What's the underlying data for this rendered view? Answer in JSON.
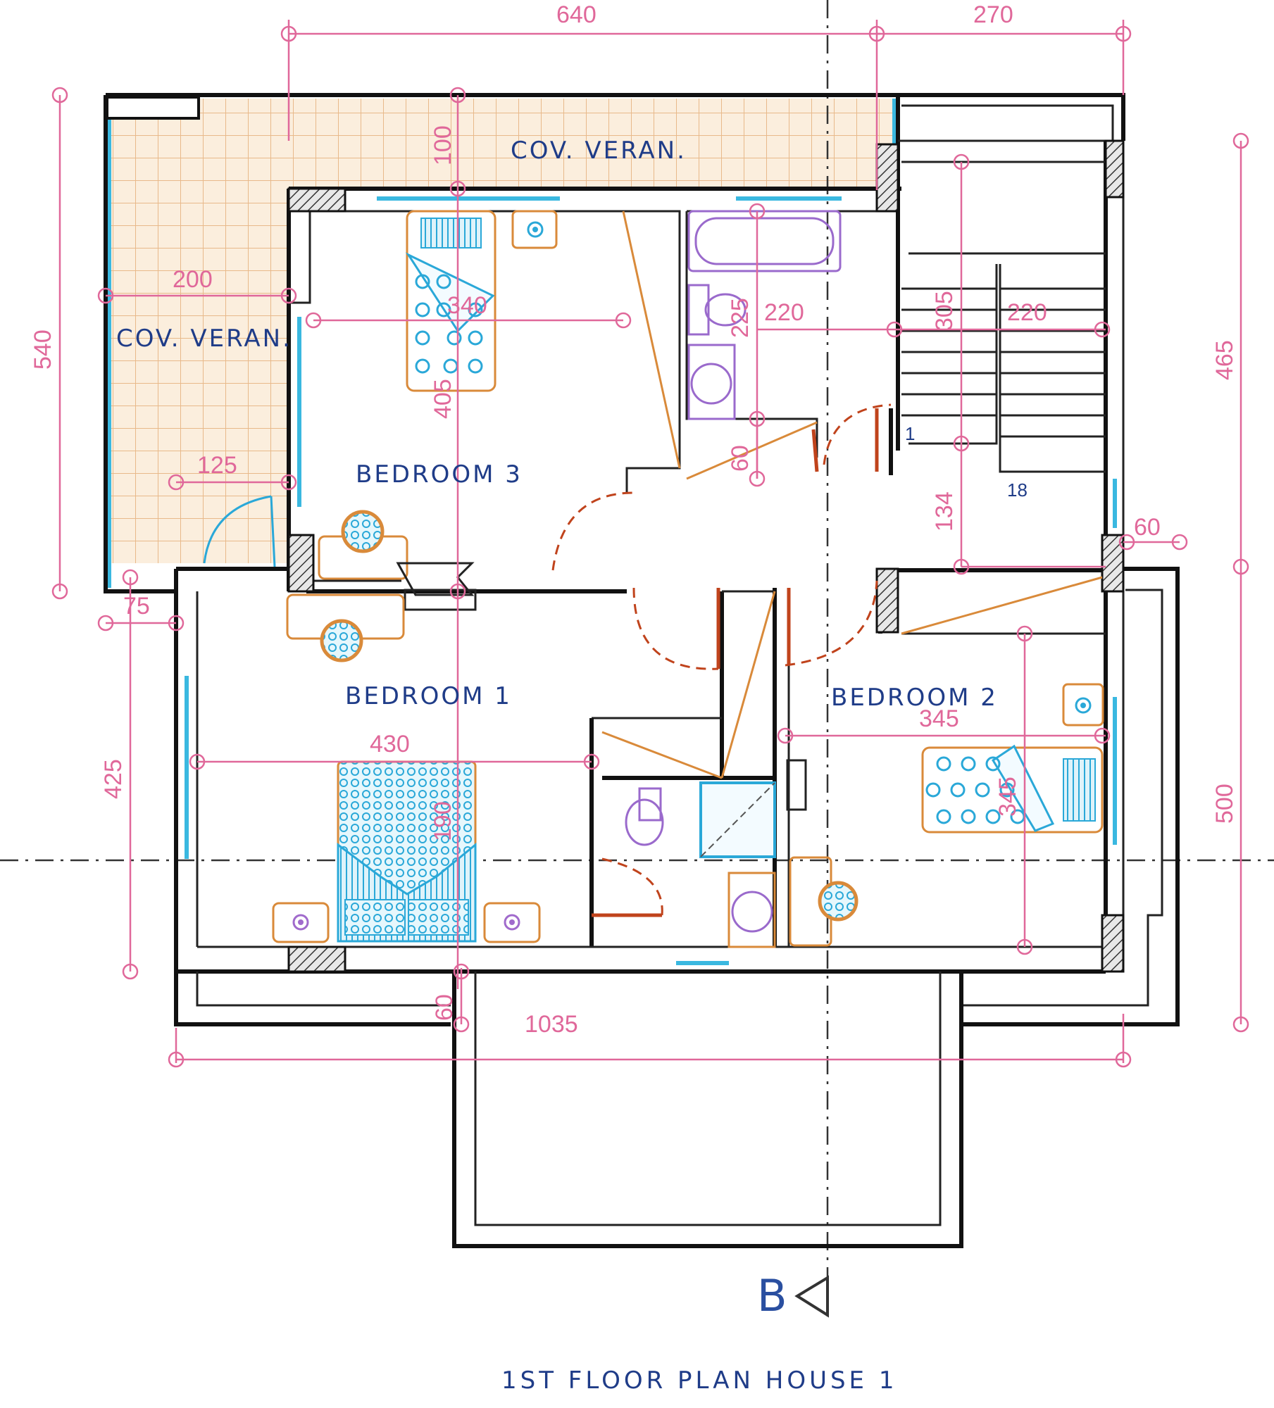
{
  "rooms": {
    "cov_veran_top": "COV. VERAN.",
    "cov_veran_left": "COV. VERAN.",
    "bedroom3": "BEDROOM 3",
    "bedroom1": "BEDROOM 1",
    "bedroom2": "BEDROOM 2"
  },
  "dimensions": {
    "d640": "640",
    "d270": "270",
    "d540": "540",
    "d465": "465",
    "d100": "100",
    "d200": "200",
    "d340": "340",
    "d405": "405",
    "d220a": "220",
    "d225": "225",
    "d305": "305",
    "d220b": "220",
    "d60a": "60",
    "d125": "125",
    "d134": "134",
    "d60b": "60",
    "d75": "75",
    "d425": "425",
    "d430": "430",
    "d345a": "345",
    "d345b": "345",
    "d500": "500",
    "d190": "190",
    "d60c": "60",
    "d1035": "1035"
  },
  "stairs": {
    "step_first": "1",
    "step_last": "18"
  },
  "section_marker": "B",
  "title": "1ST FLOOR PLAN HOUSE 1",
  "colors": {
    "dimension": "#e0689a",
    "wall": "#111111",
    "window": "#3ab8e0",
    "furniture": "#d98a3a",
    "door": "#c0431c",
    "label": "#1f3c88"
  }
}
